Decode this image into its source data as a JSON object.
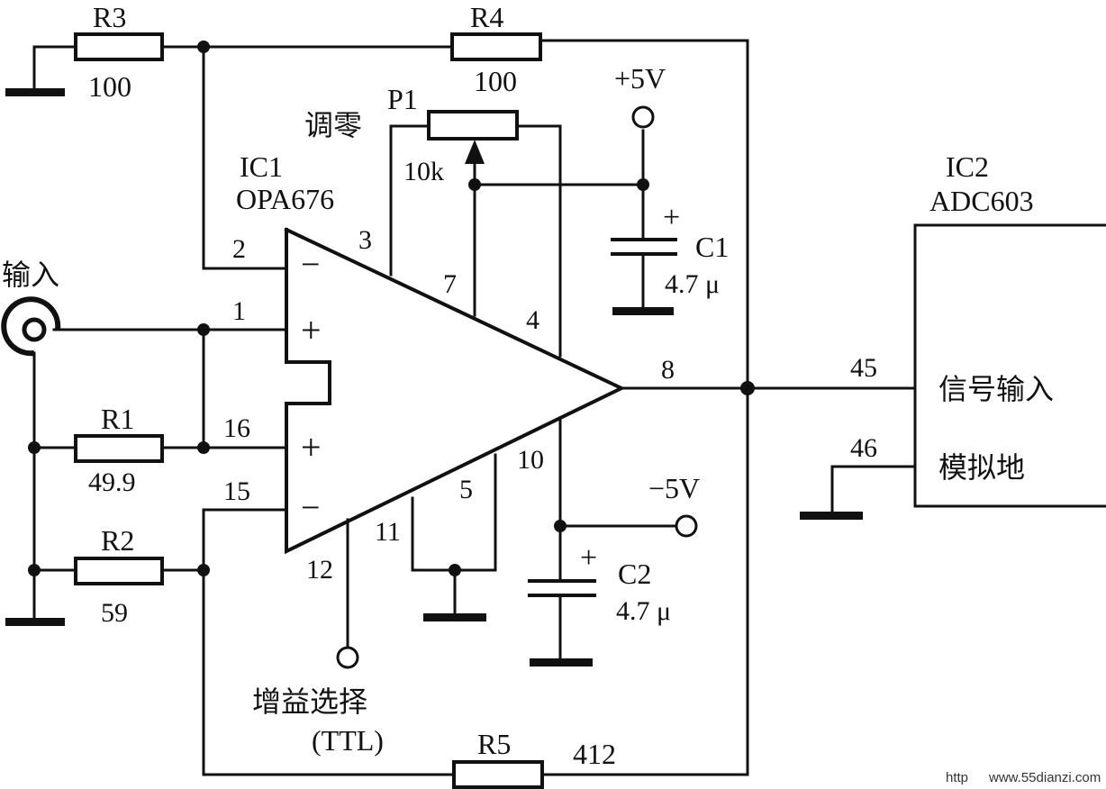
{
  "components": {
    "r3": {
      "name": "R3",
      "value": "100"
    },
    "r4": {
      "name": "R4",
      "value": "100"
    },
    "r1": {
      "name": "R1",
      "value": "49.9"
    },
    "r2": {
      "name": "R2",
      "value": "59"
    },
    "r5": {
      "name": "R5",
      "value": "412"
    },
    "p1": {
      "name": "P1",
      "value": "10k",
      "function": "调零"
    },
    "c1": {
      "name": "C1",
      "value": "4.7 μ",
      "polarity": "+"
    },
    "c2": {
      "name": "C2",
      "value": "4.7 μ",
      "polarity": "+"
    },
    "ic1": {
      "name": "IC1",
      "part": "OPA676"
    },
    "ic2": {
      "name": "IC2",
      "part": "ADC603",
      "pin_signal_in": "信号输入",
      "pin_analog_gnd": "模拟地"
    }
  },
  "supplies": {
    "pos": "+5V",
    "neg": "−5V"
  },
  "input_label": "输入",
  "gain_select": {
    "label": "增益选择",
    "sub": "(TTL)"
  },
  "pins": {
    "p1": "1",
    "p2": "2",
    "p3": "3",
    "p4": "4",
    "p5": "5",
    "p7": "7",
    "p8": "8",
    "p10": "10",
    "p11": "11",
    "p12": "12",
    "p15": "15",
    "p16": "16",
    "p45": "45",
    "p46": "46"
  },
  "opamp_signs": {
    "minus": "−",
    "plus": "+"
  },
  "watermark": "www.55dianzi.com",
  "watermark_prefix": "http"
}
